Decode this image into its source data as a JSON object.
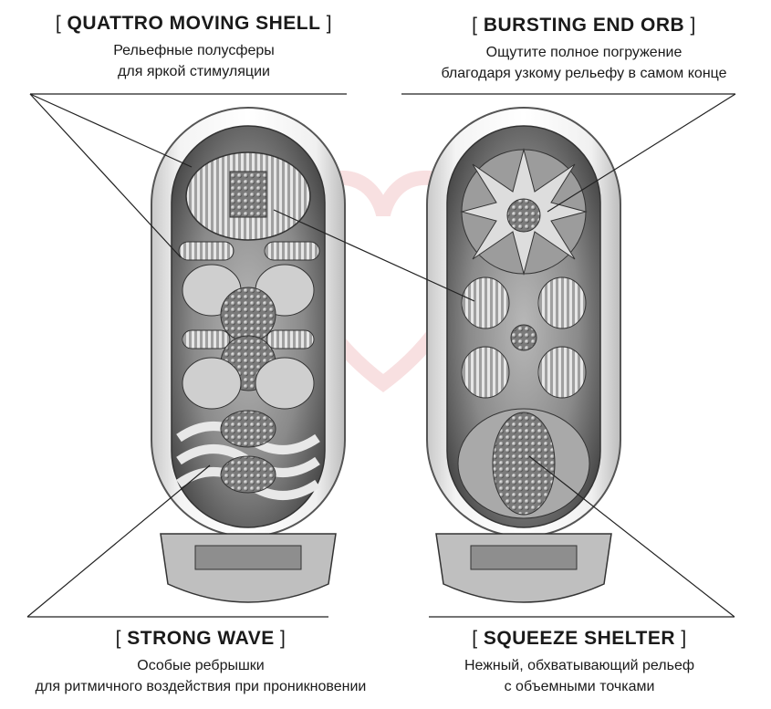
{
  "labels": {
    "top_left": {
      "title": "QUATTRO MOVING SHELL",
      "desc_line1": "Рельефные полусферы",
      "desc_line2": "для яркой стимуляции"
    },
    "top_right": {
      "title": "BURSTING END ORB",
      "desc_line1": "Ощутите полное погружение",
      "desc_line2": "благодаря узкому рельефу в самом конце"
    },
    "bottom_left": {
      "title": "STRONG WAVE",
      "desc_line1": "Особые ребрышки",
      "desc_line2": "для ритмичного воздействия при проникновении"
    },
    "bottom_right": {
      "title": "SQUEEZE SHELTER",
      "desc_line1": "Нежный, обхватывающий рельеф",
      "desc_line2": "с объемными точками"
    }
  },
  "colors": {
    "text": "#1a1a1a",
    "watermark": "#f3c7c9",
    "shell": "#dcdcdc",
    "line": "#222222"
  }
}
